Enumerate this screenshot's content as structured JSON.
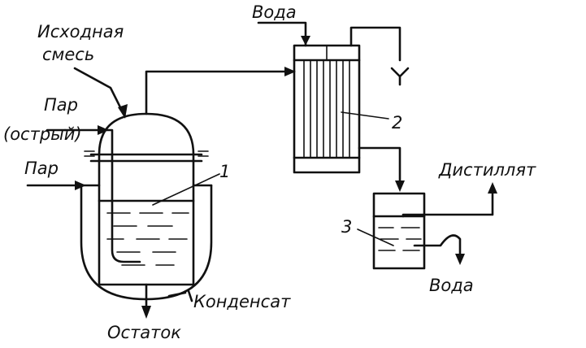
{
  "labels": {
    "feed": "Исходная смесь",
    "feed_line1": "Исходная",
    "feed_line2": "смесь",
    "live_steam_line1": "Пар",
    "live_steam_line2": "(острый)",
    "steam": "Пар",
    "water_in": "Вода",
    "distillate": "Дистиллят",
    "water_out": "Вода",
    "condensate": "Конденсат",
    "residue": "Остаток"
  },
  "numbers": {
    "still": "1",
    "condenser": "2",
    "receiver": "3"
  },
  "style": {
    "ink": "#111111",
    "background": "#ffffff"
  }
}
